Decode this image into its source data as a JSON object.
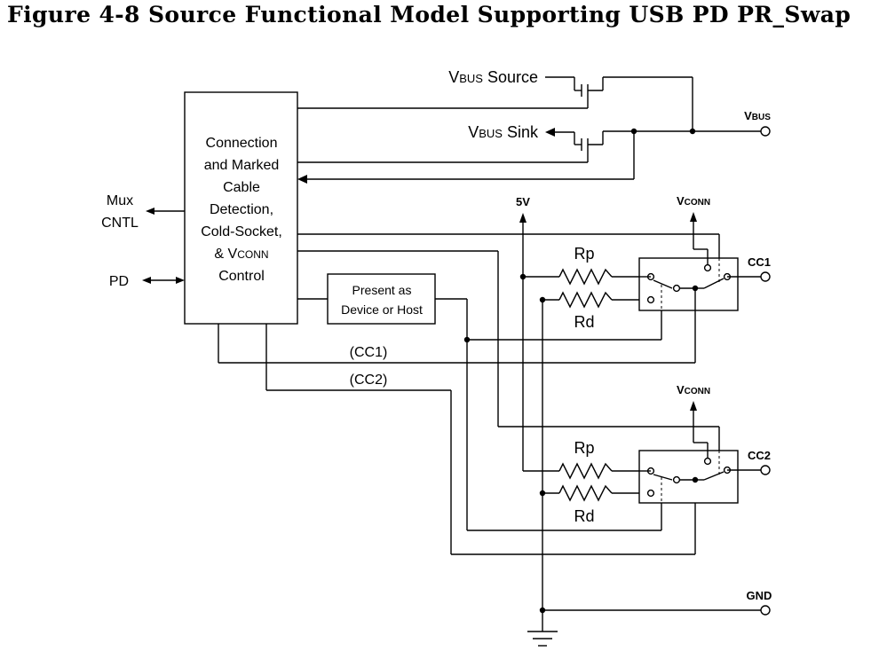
{
  "figure": {
    "title": "Figure 4-8  Source Functional Model Supporting USB PD PR_Swap"
  },
  "labels": {
    "vbus_source_pre": "V",
    "vbus_source_sm": "BUS",
    "vbus_source_post": " Source",
    "vbus_sink_pre": "V",
    "vbus_sink_sm": "BUS",
    "vbus_sink_post": " Sink",
    "ctrl_line1": "Connection",
    "ctrl_line2": "and Marked",
    "ctrl_line3": "Cable",
    "ctrl_line4": "Detection,",
    "ctrl_line5": "Cold-Socket,",
    "ctrl_line6_pre": "& V",
    "ctrl_line6_sm": "CONN",
    "ctrl_line7": "Control",
    "mux1": "Mux",
    "mux2": "CNTL",
    "pd": "PD",
    "present1": "Present as",
    "present2": "Device or Host",
    "cc1_net": "(CC1)",
    "cc2_net": "(CC2)",
    "five_v": "5V",
    "rp": "Rp",
    "rd": "Rd",
    "vconn_pre": "V",
    "vconn_sm": "CONN",
    "vbus_pin_pre": "V",
    "vbus_pin_sm": "BUS",
    "cc1_pin": "CC1",
    "cc2_pin": "CC2",
    "gnd_pin": "GND"
  }
}
